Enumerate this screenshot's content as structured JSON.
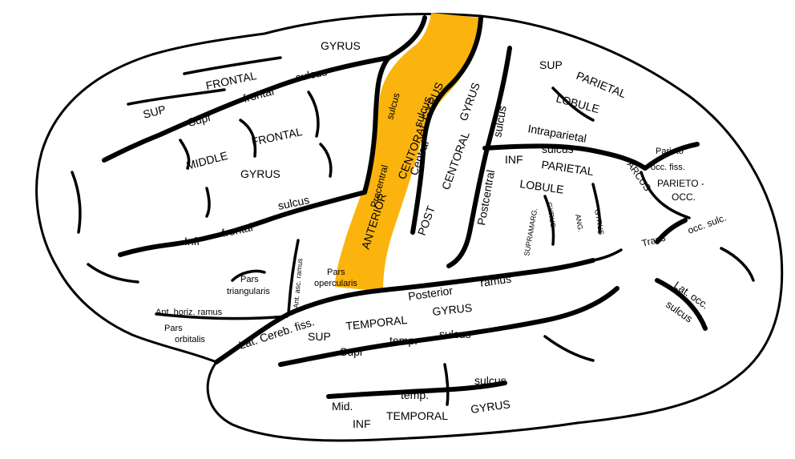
{
  "colors": {
    "highlight": "#FBB40E",
    "outline": "#000000",
    "fill": "#FFFFFF"
  },
  "labels": {
    "sup_frontal_gyrus_1": "GYRUS",
    "sup_frontal_gyrus_2": "FRONTAL",
    "sup_frontal_gyrus_3": "SUP",
    "supr_frontal_sulcus_1": "Supr",
    "supr_frontal_sulcus_2": "frontal",
    "supr_frontal_sulcus_3": "sulcus",
    "middle_frontal_1": "MIDDLE",
    "middle_frontal_2": "FRONTAL",
    "middle_frontal_3": "GYRUS",
    "infr_frontal_sulcus_1": "Infr",
    "infr_frontal_sulcus_2": "frontal",
    "infr_frontal_sulcus_3": "sulcus",
    "anterior_central_gyrus_1": "ANTERIOR",
    "anterior_central_gyrus_2": "CENTORAL GYRUS",
    "central_sulcus_1": "Central",
    "central_sulcus_2": "sulcus",
    "precentral_sulcus_1": "Precentral",
    "precentral_sulcus_2": "sulcus",
    "post_central_gyrus_1": "POST",
    "post_central_gyrus_2": "CENTORAL",
    "post_central_gyrus_3": "GYRUS",
    "postcentral_sulcus_1": "Postcentral",
    "postcentral_sulcus_2": "sulcus",
    "sup_parietal_lobule_1": "SUP",
    "sup_parietal_lobule_2": "PARIETAL",
    "sup_parietal_lobule_3": "LOBULE",
    "intraparietal_1": "Intraparietal",
    "intraparietal_2": "sulcus",
    "inf_parietal_lobule_1": "INF",
    "inf_parietal_lobule_2": "PARIETAL",
    "inf_parietal_lobule_3": "LOBULE",
    "supramarg_gyrus_1": "SUPRAMARG.",
    "supramarg_gyrus_2": "GYRUS",
    "ang_gyrus_1": "ANG.",
    "ang_gyrus_2": "GYRUS",
    "parieto_occ_fiss_1": "Parieto",
    "parieto_occ_fiss_2": "occ. fiss.",
    "arcus": "ARCUS",
    "parieto_occ_1": "PARIETO -",
    "parieto_occ_2": "OCC.",
    "trans_occ_sulc_1": "Trans",
    "trans_occ_sulc_2": "occ. sulc.",
    "lat_occ_sulcus_1": "Lat. occ.",
    "lat_occ_sulcus_2": "sulcus",
    "pars_triangularis_1": "Pars",
    "pars_triangularis_2": "triangularis",
    "pars_opercularis_1": "Pars",
    "pars_opercularis_2": "opercularis",
    "ant_asc_ramus": "Ant. asc. ramus",
    "ant_horiz_ramus": "Ant. horiz. ramus",
    "pars_orbitalis_1": "Pars",
    "pars_orbitalis_2": "orbitalis",
    "lat_cereb_fiss": "Lat. Cereb. fiss.",
    "posterior_ramus_1": "Posterior",
    "posterior_ramus_2": "ramus",
    "sup_temporal_gyrus_1": "SUP",
    "sup_temporal_gyrus_2": "TEMPORAL",
    "sup_temporal_gyrus_3": "GYRUS",
    "supr_temp_sulcus_1": "Supr",
    "supr_temp_sulcus_2": "temp.",
    "supr_temp_sulcus_3": "sulcus",
    "mid_temp_sulcus_1": "Mid.",
    "mid_temp_sulcus_2": "temp.",
    "mid_temp_sulcus_3": "sulcus",
    "inf_temporal_gyrus_1": "INF",
    "inf_temporal_gyrus_2": "TEMPORAL",
    "inf_temporal_gyrus_3": "GYRUS"
  }
}
